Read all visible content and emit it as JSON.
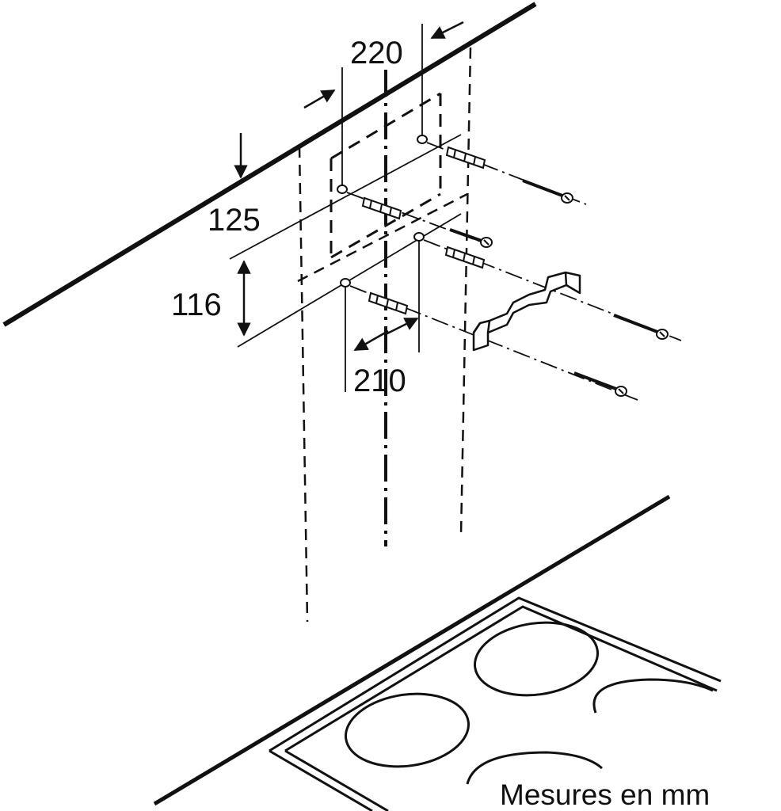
{
  "dimensions": {
    "top_width": "220",
    "hole_offset": "125",
    "hole_vertical": "116",
    "bottom_width": "210"
  },
  "units_caption": "Mesures en mm",
  "colors": {
    "ink": "#111111",
    "background": "#ffffff"
  }
}
